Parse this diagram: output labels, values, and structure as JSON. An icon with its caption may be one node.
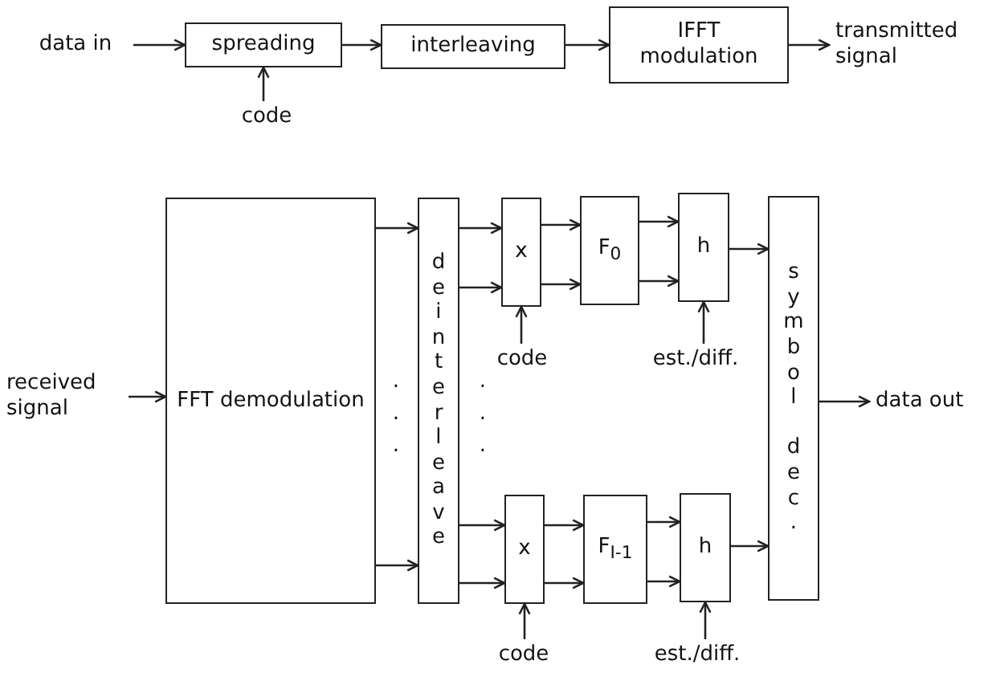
{
  "diagram": {
    "nodes": [
      {
        "text": [
          "data in"
        ]
      },
      {
        "text": [
          "spreading"
        ]
      },
      {
        "text": [
          "code"
        ]
      },
      {
        "text": [
          "interleaving"
        ]
      },
      {
        "text": [
          "IFFT modulation"
        ]
      },
      {
        "text": [
          "transmitted signal"
        ]
      },
      {
        "text": [
          "received signal"
        ]
      },
      {
        "text": [
          "FFT demodulation"
        ]
      },
      {
        "text": [
          "deinterleave"
        ]
      },
      {
        "text": [
          "x"
        ]
      },
      {
        "text": [
          "F$_{0}$"
        ]
      },
      {
        "text": [
          "h"
        ]
      },
      {
        "text": [
          "code"
        ]
      },
      {
        "text": [
          "est./diff."
        ]
      },
      {
        "text": [
          "symbol dec."
        ]
      },
      {
        "text": [
          "x"
        ]
      },
      {
        "text": [
          "F$_{I-1}$"
        ]
      },
      {
        "text": [
          "h"
        ]
      },
      {
        "text": [
          "code"
        ]
      },
      {
        "text": [
          "est./diff."
        ]
      },
      {
        "text": [
          "data out"
        ]
      }
    ],
    "edges": [
      {
        "from": 0,
        "to": 1,
        "arrow": "to"
      },
      {
        "from": 2,
        "to": 1,
        "arrow": "to"
      },
      {
        "from": 1,
        "to": 3,
        "arrow": "to"
      },
      {
        "from": 3,
        "to": 4,
        "arrow": "to"
      },
      {
        "from": 4,
        "to": 5,
        "arrow": "to"
      },
      {
        "from": 6,
        "to": 7,
        "arrow": "to"
      },
      {
        "from": 7,
        "to": 8,
        "arrow": "to"
      },
      {
        "from": 7,
        "to": 8,
        "arrow": "to"
      },
      {
        "from": 8,
        "to": 9,
        "arrow": "to"
      },
      {
        "from": 8,
        "to": 9,
        "arrow": "to"
      },
      {
        "from": 8,
        "to": 15,
        "arrow": "to"
      },
      {
        "from": 8,
        "to": 15,
        "arrow": "to"
      },
      {
        "from": 9,
        "to": 10,
        "arrow": "to"
      },
      {
        "from": 9,
        "to": 10,
        "arrow": "to"
      },
      {
        "from": 10,
        "to": 11,
        "arrow": "to"
      },
      {
        "from": 10,
        "to": 11,
        "arrow": "to"
      },
      {
        "from": 12,
        "to": 9,
        "arrow": "to"
      },
      {
        "from": 13,
        "to": 11,
        "arrow": "to"
      },
      {
        "from": 11,
        "to": 14,
        "arrow": "to"
      },
      {
        "from": 15,
        "to": 16,
        "arrow": "to"
      },
      {
        "from": 15,
        "to": 16,
        "arrow": "to"
      },
      {
        "from": 16,
        "to": 17,
        "arrow": "to"
      },
      {
        "from": 16,
        "to": 17,
        "arrow": "to"
      },
      {
        "from": 18,
        "to": 15,
        "arrow": "to"
      },
      {
        "from": 19,
        "to": 17,
        "arrow": "to"
      },
      {
        "from": 17,
        "to": 14,
        "arrow": "to"
      },
      {
        "from": 14,
        "to": 20,
        "arrow": "to"
      }
    ],
    "labels": [
      "...",
      "..."
    ]
  }
}
